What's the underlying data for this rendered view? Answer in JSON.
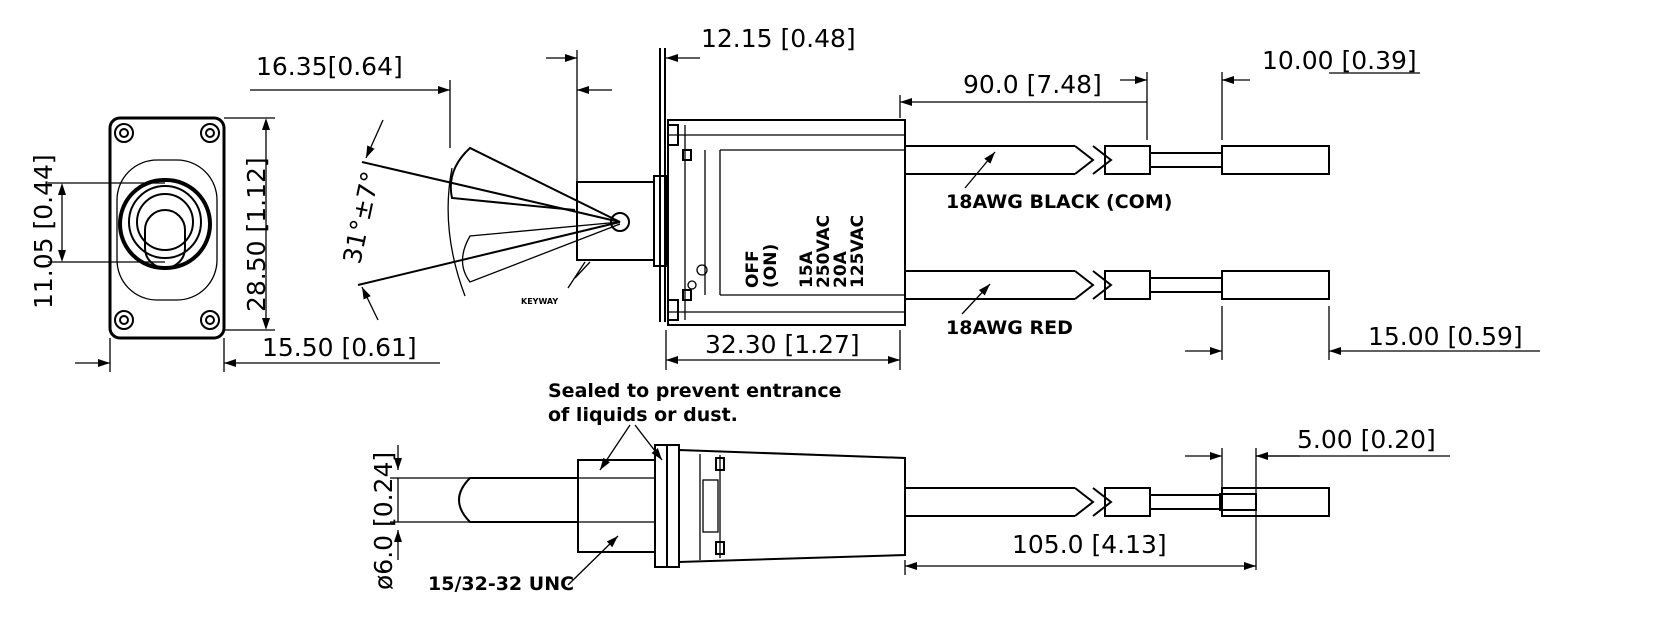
{
  "dimensions": {
    "lever_width": "16.35[0.64]",
    "collar_width": "12.15 [0.48]",
    "cable_length_top": "90.0 [7.48]",
    "terminal_top": "10.00 [0.39]",
    "bezel_height": "28.50 [1.12]",
    "bushing_dia": "11.05 [0.44]",
    "bezel_width": "15.50 [0.61]",
    "body_length": "32.30 [1.27]",
    "terminal_mid": "15.00 [0.59]",
    "angle": "31°±7°",
    "terminal_bottom": "5.00 [0.20]",
    "shaft_dia": "ø6.0 [0.24]",
    "cable_length_bottom": "105.0 [4.13]"
  },
  "labels": {
    "keyway": "KEYWAY",
    "wire_black": "18AWG BLACK (COM)",
    "wire_red": "18AWG RED",
    "sealed_note_1": "Sealed to prevent entrance",
    "sealed_note_2": "of liquids or dust.",
    "thread": "15/32-32 UNC",
    "body_off": "OFF",
    "body_on": "(ON)",
    "rating_1": "15A",
    "rating_2": "250VAC",
    "rating_3": "20A",
    "rating_4": "125VAC"
  }
}
